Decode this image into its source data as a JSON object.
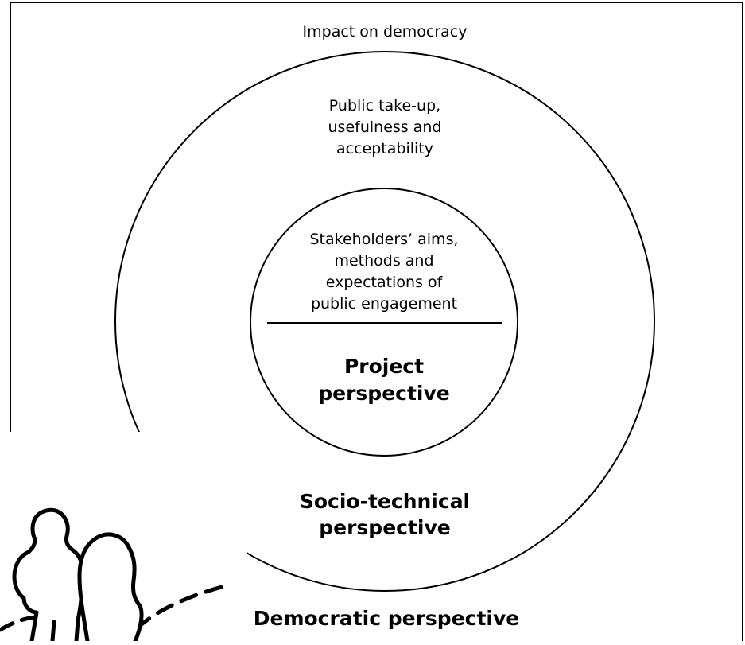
{
  "outer_frame": {
    "title": "Impact on democracy"
  },
  "middle_circle": {
    "text_lines": [
      "Public take-up,",
      "usefulness and",
      "acceptability"
    ],
    "perspective_lines": [
      "Socio-technical",
      "perspective"
    ]
  },
  "inner_circle": {
    "text_lines": [
      "Stakeholders’ aims,",
      "methods and",
      "expectations of",
      "public engagement"
    ],
    "perspective_lines": [
      "Project",
      "perspective"
    ]
  },
  "democratic": {
    "label": "Democratic perspective"
  },
  "illustration": {
    "icon": "two-people-walking-icon"
  },
  "colors": {
    "line": "#000000",
    "background": "#ffffff"
  }
}
